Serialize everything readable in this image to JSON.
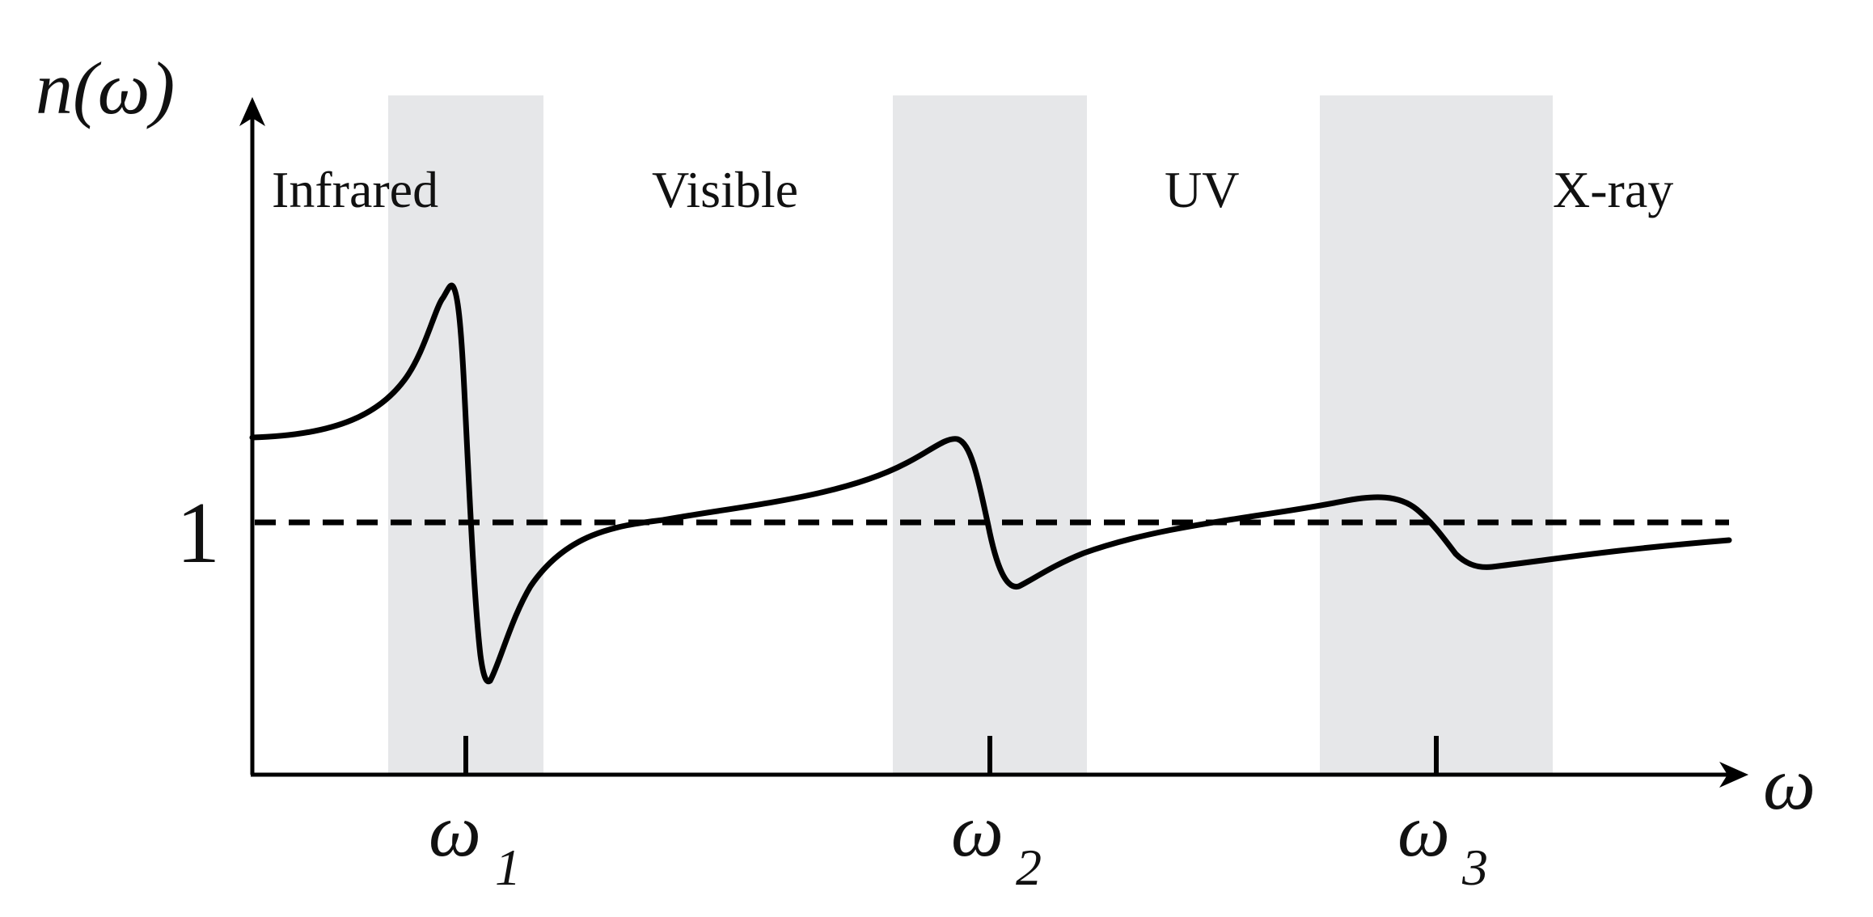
{
  "y_axis_title": "n(ω)",
  "x_axis_title": "ω",
  "reference_label": "1",
  "regions": [
    "Infrared",
    "Visible",
    "UV",
    "X-ray"
  ],
  "resonances": [
    {
      "symbol": "ω",
      "subscript": "1"
    },
    {
      "symbol": "ω",
      "subscript": "2"
    },
    {
      "symbol": "ω",
      "subscript": "3"
    }
  ],
  "colors": {
    "curve": "#000000",
    "band": "#e6e7e9",
    "axis": "#000000",
    "text": "#111111"
  }
}
